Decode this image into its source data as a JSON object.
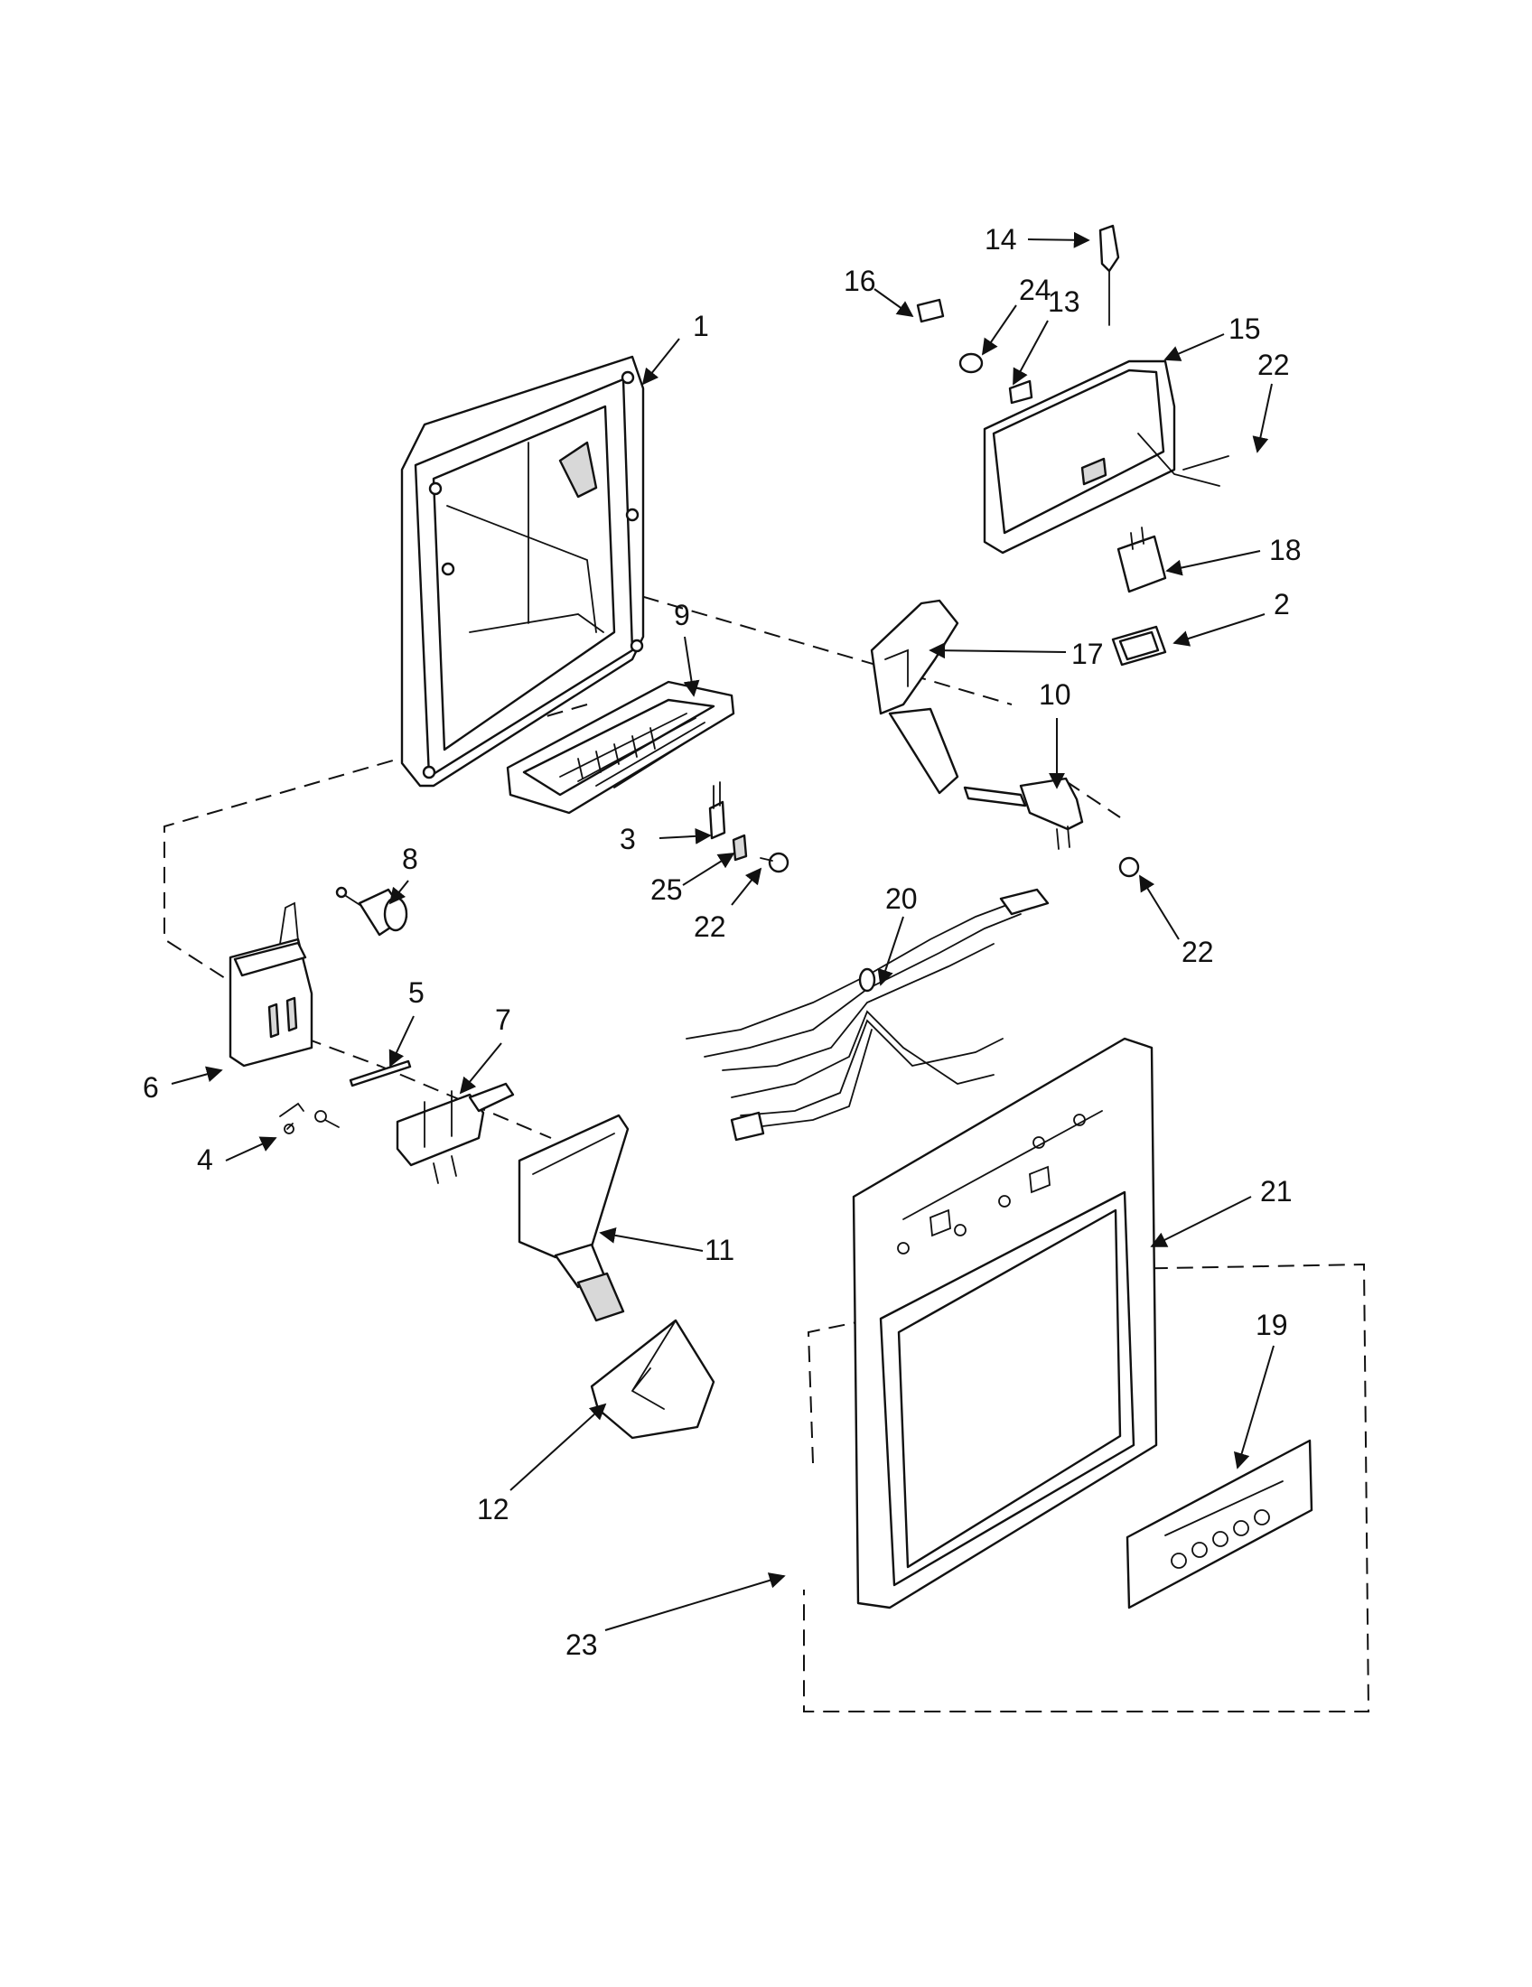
{
  "callouts": [
    {
      "id": "c1",
      "label": "1"
    },
    {
      "id": "c2",
      "label": "2"
    },
    {
      "id": "c3",
      "label": "3"
    },
    {
      "id": "c4",
      "label": "4"
    },
    {
      "id": "c5",
      "label": "5"
    },
    {
      "id": "c6",
      "label": "6"
    },
    {
      "id": "c7",
      "label": "7"
    },
    {
      "id": "c8",
      "label": "8"
    },
    {
      "id": "c9",
      "label": "9"
    },
    {
      "id": "c10",
      "label": "10"
    },
    {
      "id": "c11",
      "label": "11"
    },
    {
      "id": "c12",
      "label": "12"
    },
    {
      "id": "c13",
      "label": "13"
    },
    {
      "id": "c14",
      "label": "14"
    },
    {
      "id": "c15",
      "label": "15"
    },
    {
      "id": "c16",
      "label": "16"
    },
    {
      "id": "c17",
      "label": "17"
    },
    {
      "id": "c18",
      "label": "18"
    },
    {
      "id": "c19",
      "label": "19"
    },
    {
      "id": "c20",
      "label": "20"
    },
    {
      "id": "c21",
      "label": "21"
    },
    {
      "id": "c22a",
      "label": "22"
    },
    {
      "id": "c22b",
      "label": "22"
    },
    {
      "id": "c22c",
      "label": "22"
    },
    {
      "id": "c23",
      "label": "23"
    },
    {
      "id": "c24",
      "label": "24"
    },
    {
      "id": "c25",
      "label": "25"
    }
  ]
}
